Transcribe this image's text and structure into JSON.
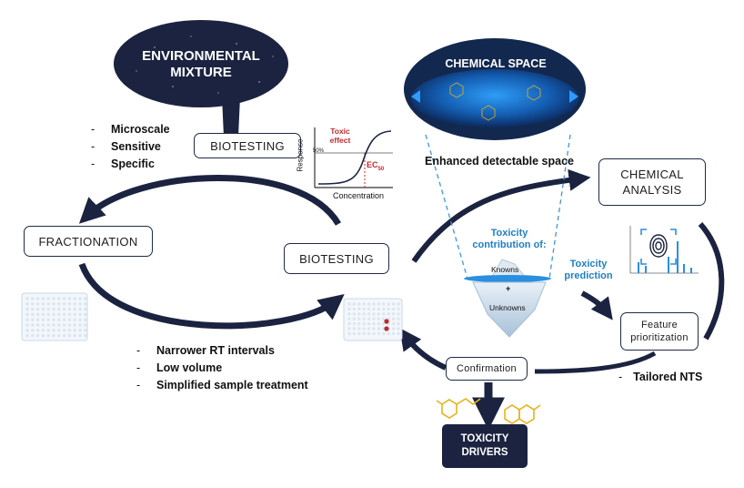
{
  "environmental_mixture": {
    "line1": "ENVIRONMENTAL",
    "line2": "MIXTURE"
  },
  "chemical_space": {
    "title": "CHEMICAL SPACE",
    "caption": "Enhanced detectable space"
  },
  "biotesting_top": {
    "label": "BIOTESTING",
    "features": [
      "Microscale",
      "Sensitive",
      "Specific"
    ]
  },
  "dose_response": {
    "toxic_line1": "Toxic",
    "toxic_line2": "effect",
    "ec50_main": "EC",
    "ec50_sub": "50",
    "ylabel": "Response",
    "yref": "50%",
    "xlabel": "Concentration"
  },
  "fractionation": {
    "label": "FRACTIONATION"
  },
  "biotesting_mid": {
    "label": "BIOTESTING"
  },
  "fraction_features": [
    "Narrower RT intervals",
    "Low volume",
    "Simplified sample treatment"
  ],
  "iceberg": {
    "title_line1": "Toxicity",
    "title_line2": "contribution of:",
    "knowns": "Knowns",
    "plus": "+",
    "unknowns": "Unknowns"
  },
  "toxicity_prediction": {
    "line1": "Toxicity",
    "line2": "prediction"
  },
  "chemical_analysis": {
    "line1": "CHEMICAL",
    "line2": "ANALYSIS"
  },
  "feature_prioritization": {
    "line1": "Feature",
    "line2": "prioritization"
  },
  "tailored": {
    "dash": "-",
    "label": "Tailored NTS"
  },
  "confirmation": {
    "label": "Confirmation"
  },
  "toxicity_drivers": {
    "line1": "TOXICITY",
    "line2": "DRIVERS"
  },
  "list_dash": "-",
  "colors": {
    "navy": "#1b2340",
    "blue": "#1f7fc4",
    "red": "#c0282d",
    "gold": "#e8b21c"
  }
}
